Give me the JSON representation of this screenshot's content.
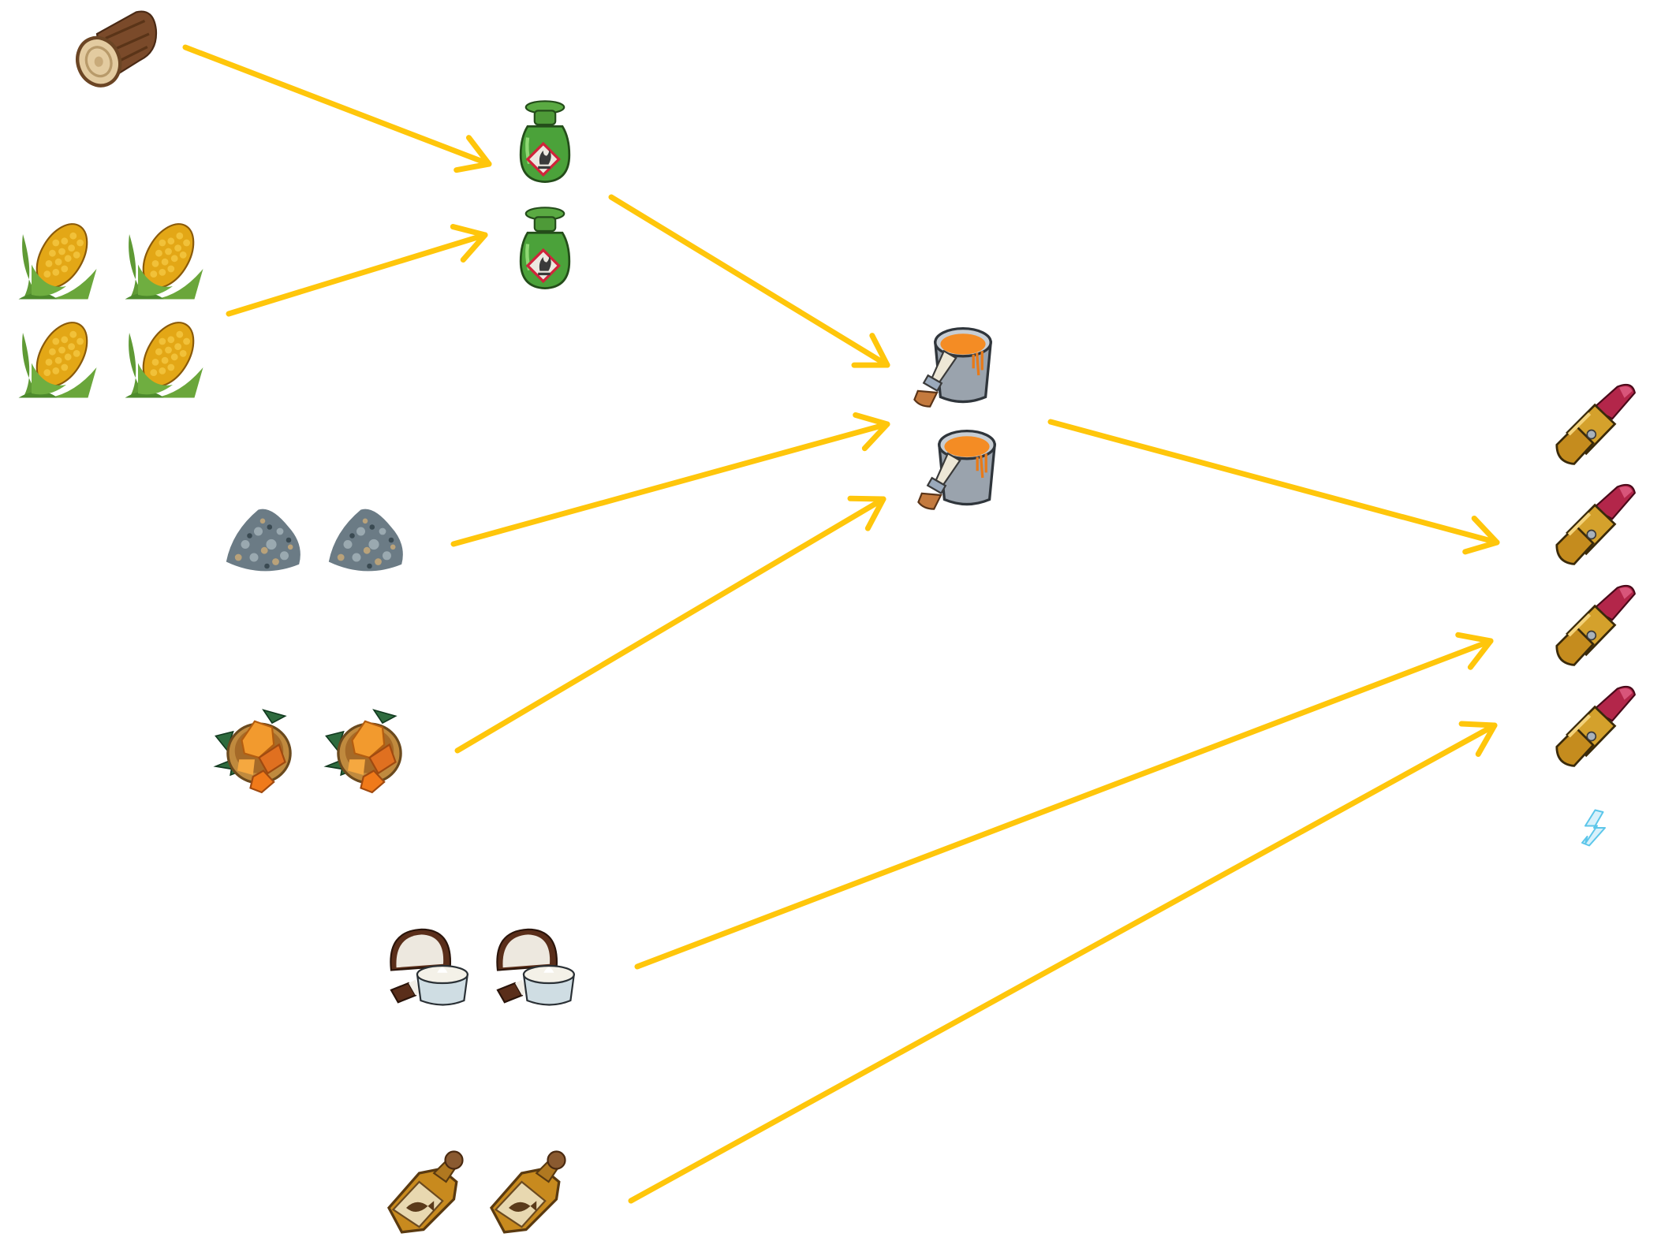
{
  "title": "Lipstick crafting chain",
  "colors": {
    "arrow": "#FFC60B",
    "background": "#FFFFFF"
  },
  "nodes": [
    {
      "id": "log",
      "name": "Log",
      "count": 1,
      "icon": "log-icon",
      "tier": 0
    },
    {
      "id": "corn",
      "name": "Corn",
      "count": 4,
      "icon": "corn-icon",
      "tier": 0
    },
    {
      "id": "gravel",
      "name": "Gravel",
      "count": 2,
      "icon": "gravel-icon",
      "tier": 1
    },
    {
      "id": "amber",
      "name": "Amber",
      "count": 2,
      "icon": "amber-icon",
      "tier": 1
    },
    {
      "id": "coconut-cream",
      "name": "Coconut cream",
      "count": 2,
      "icon": "coconut-cream-icon",
      "tier": 2
    },
    {
      "id": "fish-oil",
      "name": "Fish oil",
      "count": 2,
      "icon": "fish-oil-icon",
      "tier": 2
    },
    {
      "id": "solvent",
      "name": "Flammable solvent",
      "count": 2,
      "icon": "solvent-bottle-icon",
      "tier": 1
    },
    {
      "id": "paint",
      "name": "Orange paint",
      "count": 2,
      "icon": "paint-bucket-icon",
      "tier": 2
    },
    {
      "id": "lipstick",
      "name": "Lipstick",
      "count": 4,
      "icon": "lipstick-icon",
      "tier": 3
    },
    {
      "id": "energy",
      "name": "Energy",
      "count": 1,
      "icon": "lightning-icon",
      "tier": 3
    }
  ],
  "edges": [
    {
      "from": "log",
      "to": "solvent"
    },
    {
      "from": "corn",
      "to": "solvent"
    },
    {
      "from": "solvent",
      "to": "paint"
    },
    {
      "from": "gravel",
      "to": "paint"
    },
    {
      "from": "amber",
      "to": "paint"
    },
    {
      "from": "paint",
      "to": "lipstick"
    },
    {
      "from": "coconut-cream",
      "to": "lipstick"
    },
    {
      "from": "fish-oil",
      "to": "lipstick"
    }
  ]
}
